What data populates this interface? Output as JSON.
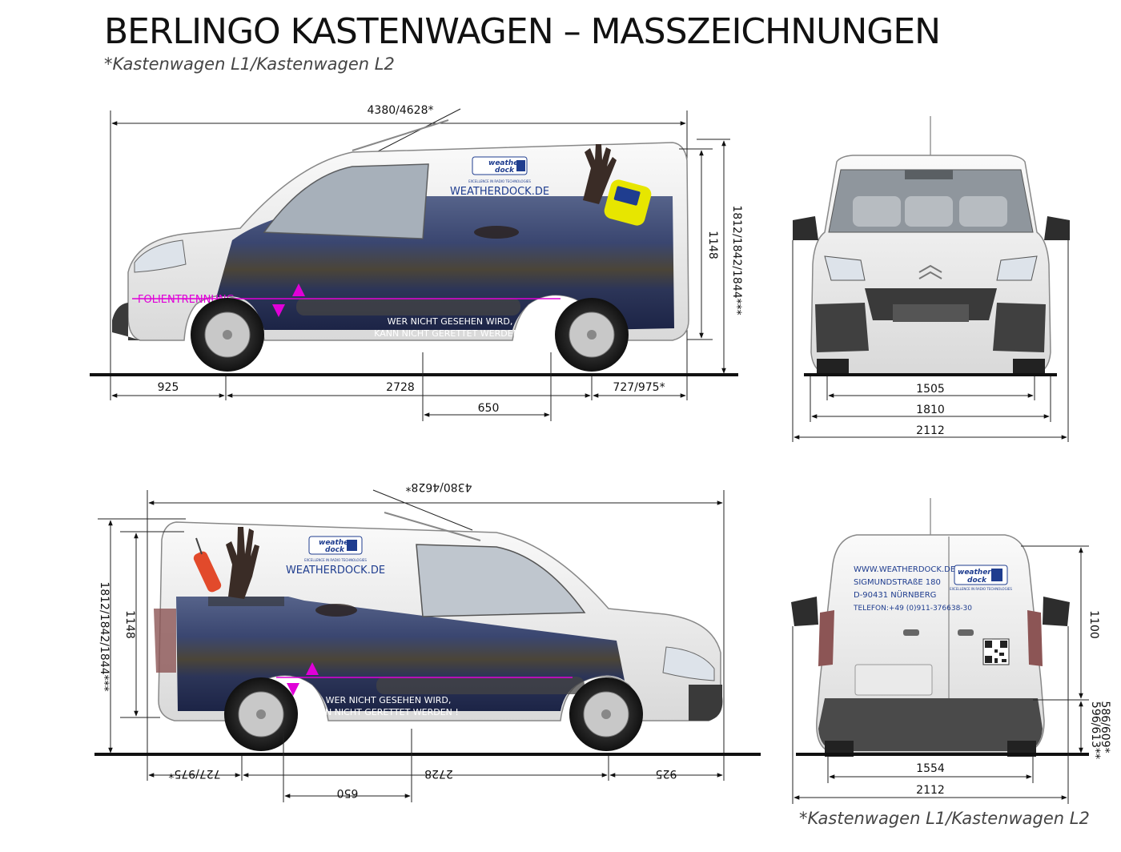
{
  "header": {
    "title": "BERLINGO KASTENWAGEN – MASSZEICHNUNGEN",
    "subtitle": "*Kastenwagen L1/Kastenwagen L2"
  },
  "footnote": "*Kastenwagen L1/Kastenwagen L2",
  "side_left": {
    "length": "4380/4628*",
    "height_total": "1812/1842/1844***",
    "height_body": "1148",
    "front_overhang": "925",
    "wheelbase": "2728",
    "rear_overhang": "727/975*",
    "door_width": "650",
    "foil_label": "FOLIENTRENNUNG",
    "slogan_line1": "WER NICHT GESEHEN WIRD,",
    "slogan_line2": "KANN NICHT GERETTET WERDEN !",
    "brand_url": "WEATHERDOCK.DE"
  },
  "side_right": {
    "length": "4380/4628*",
    "height_total": "1812/1842/1844***",
    "height_body": "1148",
    "front_overhang": "925",
    "wheelbase": "2728",
    "rear_overhang": "727/975*",
    "door_width": "650",
    "slogan_line1": "WER NICHT GESEHEN WIRD,",
    "slogan_line2": "KANN NICHT GERETTET WERDEN !",
    "brand_url": "WEATHERDOCK.DE"
  },
  "front": {
    "track": "1505",
    "width": "1810",
    "width_mirrors": "2112"
  },
  "rear": {
    "track": "1554",
    "width_mirrors": "2112",
    "door_height": "1100",
    "sill_height": "586/609*",
    "sill_height2": "596/613**",
    "contact": {
      "url": "WWW.WEATHERDOCK.DE",
      "street": "SIGMUNDSTRAßE 180",
      "city": "D-90431 NÜRNBERG",
      "phone": "TELEFON:+49 (0)911-376638-30"
    }
  },
  "brand": {
    "logo_top": "weather",
    "logo_bottom": "dock",
    "tagline": "EXCELLENCE IN RADIO TECHNOLOGIES"
  },
  "colors": {
    "water": "#2e3e63",
    "accent": "#e000d8",
    "brand_blue": "#1f3d8f",
    "device_yellow": "#e7e600",
    "body_white": "#f2f2f2",
    "panel_grey": "#3a3a3a"
  }
}
